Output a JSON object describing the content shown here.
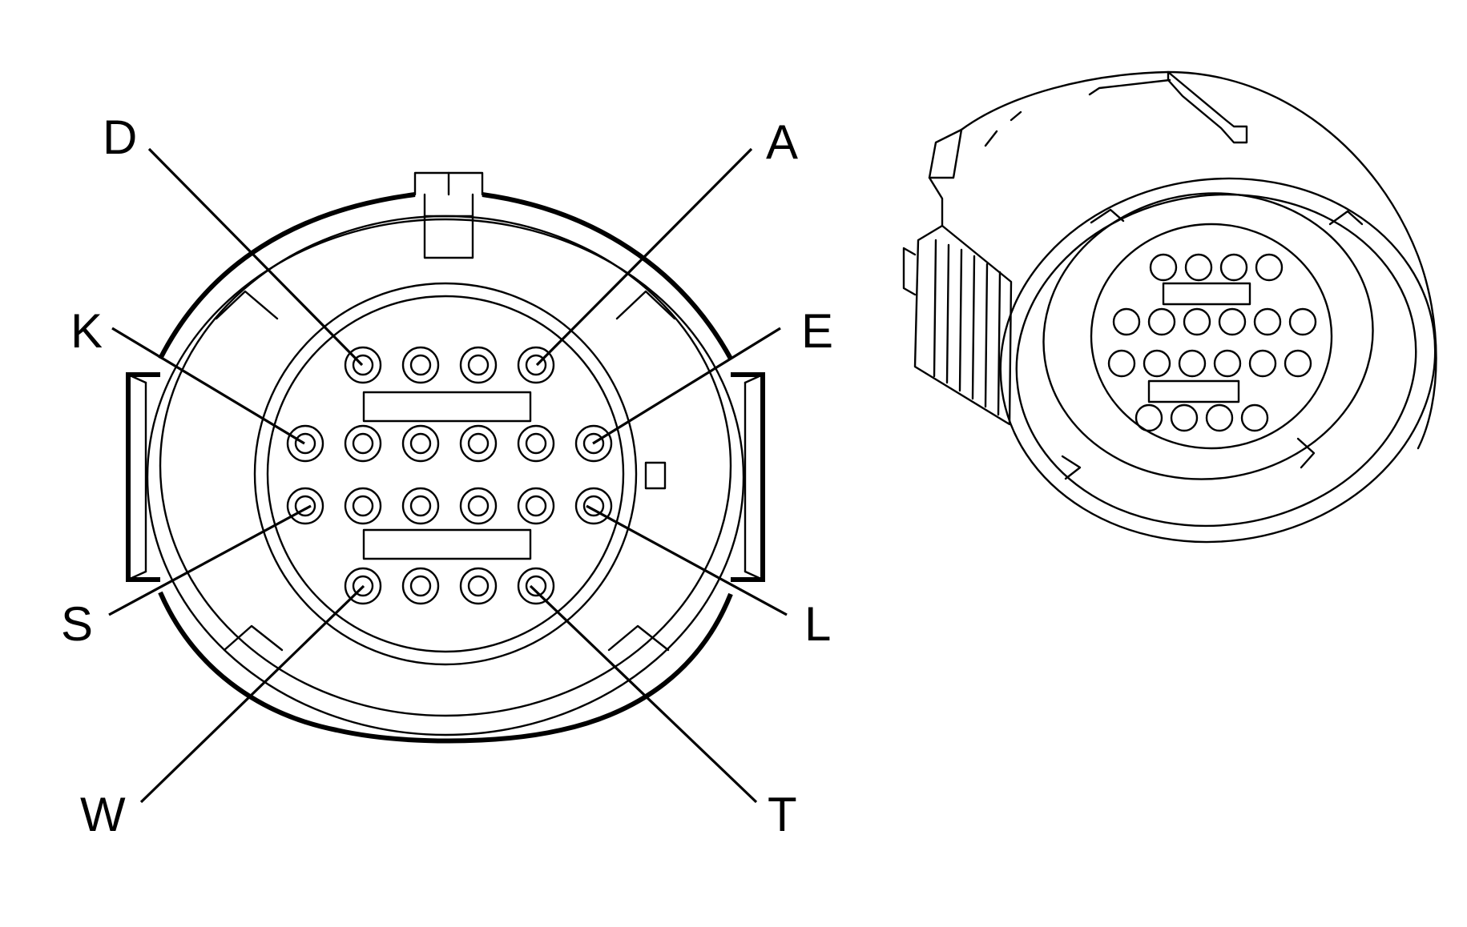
{
  "colors": {
    "background": "#ffffff",
    "stroke": "#000000"
  },
  "front_view": {
    "pin_rows": [
      4,
      6,
      6,
      4
    ],
    "labels": {
      "D": "D",
      "A": "A",
      "K": "K",
      "E": "E",
      "S": "S",
      "L": "L",
      "W": "W",
      "T": "T"
    }
  },
  "iso_view": {
    "pin_rows": [
      4,
      6,
      6,
      4
    ]
  }
}
